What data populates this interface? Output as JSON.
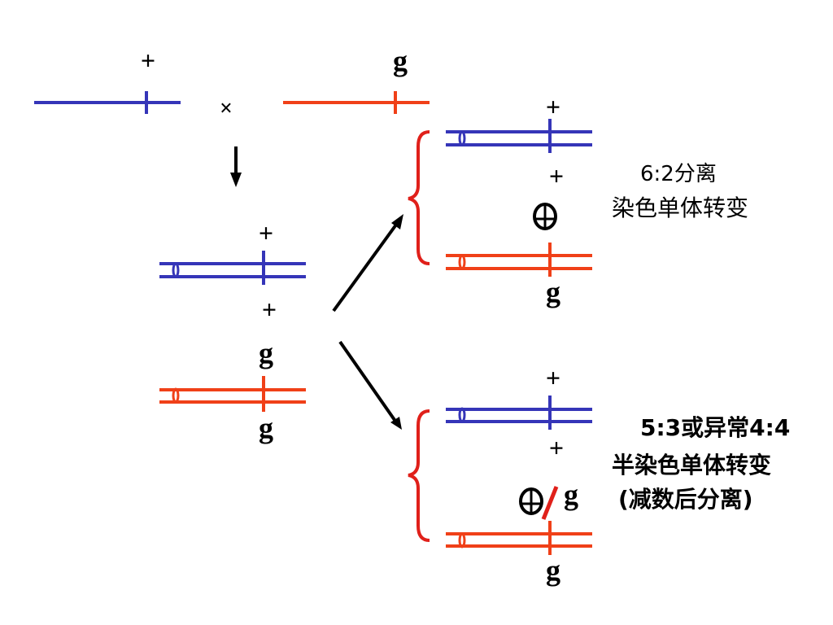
{
  "colors": {
    "blue": "#3535b8",
    "red": "#f04018",
    "black": "#000000"
  },
  "symbols": {
    "wild": "+",
    "mutant": "g",
    "cross": "×",
    "circle_plus": "⊕"
  },
  "labels": {
    "upper_1": "6:2分离",
    "upper_2": "染色单体转变",
    "lower_1": "5:3或异常4:4",
    "lower_2": "半染色单体转变",
    "lower_3": "(减数后分离)"
  }
}
